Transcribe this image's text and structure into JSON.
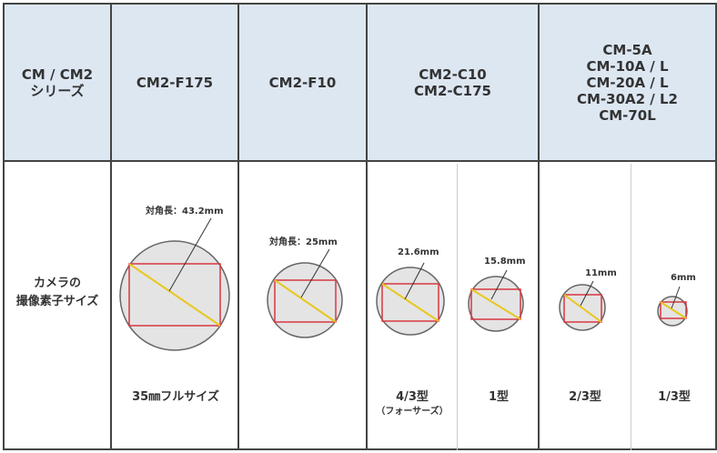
{
  "header": {
    "series": "CM / CM2\nシリーズ",
    "col1": "CM2-F175",
    "col2": "CM2-F10",
    "col3": "CM2-C10\nCM2-C175",
    "col4": "CM-5A\nCM-10A / L\nCM-20A / L\nCM-30A2 / L2\nCM-70L"
  },
  "row_label": "カメラの\n撮像素子サイズ",
  "sensors": [
    {
      "diagonal": "対角長：43.2mm",
      "type": "35㎜フルサイズ"
    },
    {
      "diagonal": "対角長：25mm",
      "type": ""
    },
    {
      "diagonal": "21.6mm",
      "type": "4/3型",
      "sub": "（フォーサーズ）"
    },
    {
      "diagonal": "15.8mm",
      "type": "1型"
    },
    {
      "diagonal": "11mm",
      "type": "2/3型"
    },
    {
      "diagonal": "6mm",
      "type": "1/3型"
    }
  ],
  "colors": {
    "header_bg": "#dde7f2",
    "rect": "#d9363e",
    "diagonal": "#e8c820",
    "circle": "#e4e4e4"
  }
}
